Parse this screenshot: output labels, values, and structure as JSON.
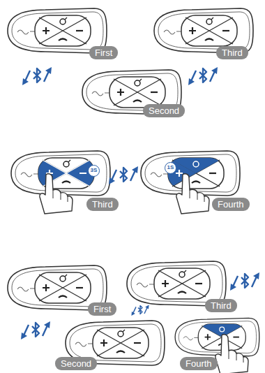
{
  "diagram": {
    "nodes": [
      {
        "text": [
          "First"
        ]
      },
      {
        "text": [
          "Third"
        ]
      },
      {
        "text": [
          "Second"
        ]
      },
      {
        "text": [
          "Third"
        ]
      },
      {
        "text": [
          "Fourth"
        ]
      },
      {
        "text": [
          "First"
        ]
      },
      {
        "text": [
          "Third"
        ]
      },
      {
        "text": [
          "Second"
        ]
      },
      {
        "text": [
          "Fourth"
        ]
      }
    ],
    "labels": [
      "3S",
      "1S"
    ]
  }
}
